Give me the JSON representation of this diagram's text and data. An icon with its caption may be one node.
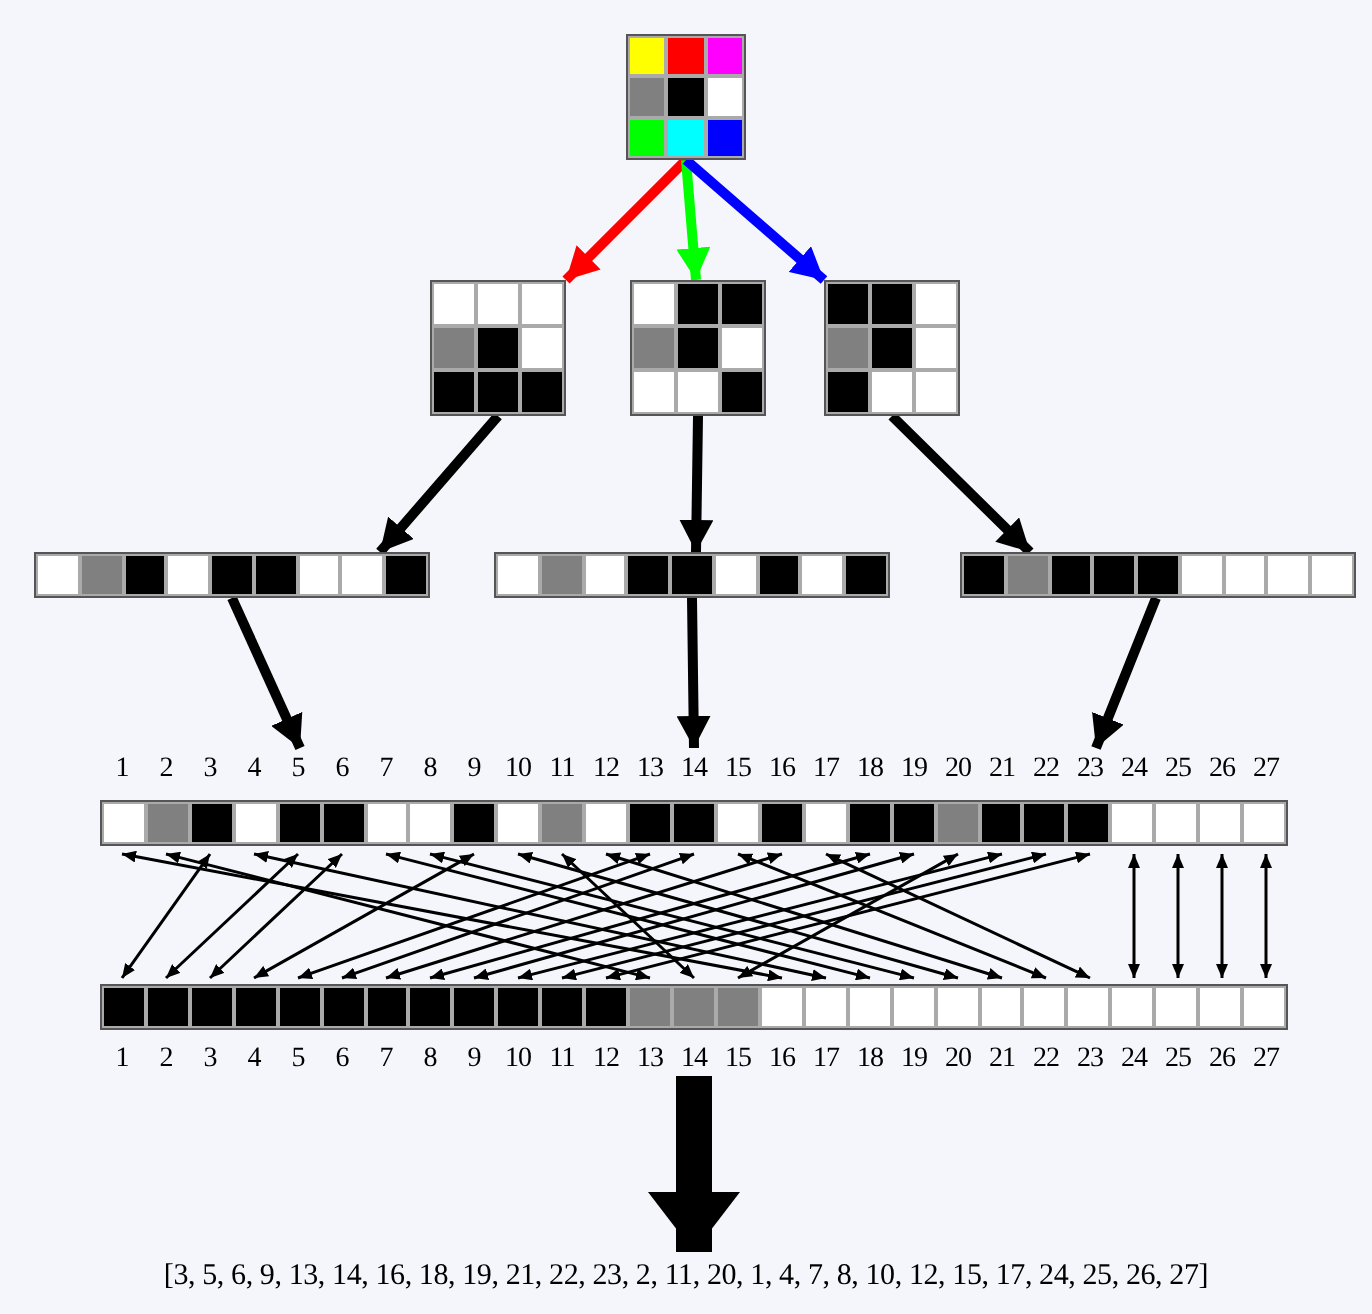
{
  "diagram": {
    "nodes": [
      {
        "text": [],
        "shape": "box"
      },
      {
        "text": [],
        "shape": "box"
      },
      {
        "text": [],
        "shape": "box"
      },
      {
        "text": [],
        "shape": "box"
      },
      {
        "text": [],
        "shape": "bar"
      },
      {
        "text": [],
        "shape": "bar"
      },
      {
        "text": [],
        "shape": "bar"
      },
      {
        "text": [],
        "shape": "bar",
        "beside": [
          "1",
          "2",
          "3",
          "4",
          "5",
          "6",
          "7",
          "8",
          "9",
          "10",
          "11",
          "12",
          "13",
          "14",
          "15",
          "16",
          "17",
          "18",
          "19",
          "20",
          "21",
          "22",
          "23",
          "24",
          "25",
          "26",
          "27"
        ]
      },
      {
        "text": [],
        "shape": "bar",
        "beside": [
          "1",
          "2",
          "3",
          "4",
          "5",
          "6",
          "7",
          "8",
          "9",
          "10",
          "11",
          "12",
          "13",
          "14",
          "15",
          "16",
          "17",
          "18",
          "19",
          "20",
          "21",
          "22",
          "23",
          "24",
          "25",
          "26",
          "27"
        ]
      },
      {
        "text": [
          "[3, 5, 6, 9, 13, 14, 16, 18, 19, 21, 22, 23, 2, 11, 20, 1, 4, 7, 8, 10, 12, 15, 17, 24, 25, 26, 27]"
        ]
      }
    ],
    "edges": [
      {
        "from": 0,
        "to": 1,
        "arrow": "to",
        "style": "thick",
        "color": "#ff0000"
      },
      {
        "from": 0,
        "to": 2,
        "arrow": "to",
        "style": "thick",
        "color": "#00ff00"
      },
      {
        "from": 0,
        "to": 3,
        "arrow": "to",
        "style": "thick",
        "color": "#0000ff"
      },
      {
        "from": 1,
        "to": 4,
        "arrow": "to",
        "style": "thick"
      },
      {
        "from": 2,
        "to": 5,
        "arrow": "to",
        "style": "thick"
      },
      {
        "from": 3,
        "to": 6,
        "arrow": "to",
        "style": "thick"
      },
      {
        "from": 4,
        "to": 7,
        "arrow": "to",
        "style": "thick"
      },
      {
        "from": 5,
        "to": 7,
        "arrow": "to",
        "style": "thick"
      },
      {
        "from": 6,
        "to": 7,
        "arrow": "to",
        "style": "thick"
      },
      {
        "from": 7,
        "to": 8,
        "arrow": "both"
      },
      {
        "from": 7,
        "to": 8,
        "arrow": "both"
      },
      {
        "from": 7,
        "to": 8,
        "arrow": "both"
      },
      {
        "from": 7,
        "to": 8,
        "arrow": "both"
      },
      {
        "from": 7,
        "to": 8,
        "arrow": "both"
      },
      {
        "from": 7,
        "to": 8,
        "arrow": "both"
      },
      {
        "from": 7,
        "to": 8,
        "arrow": "both"
      },
      {
        "from": 7,
        "to": 8,
        "arrow": "both"
      },
      {
        "from": 7,
        "to": 8,
        "arrow": "both"
      },
      {
        "from": 7,
        "to": 8,
        "arrow": "both"
      },
      {
        "from": 7,
        "to": 8,
        "arrow": "both"
      },
      {
        "from": 7,
        "to": 8,
        "arrow": "both"
      },
      {
        "from": 7,
        "to": 8,
        "arrow": "both"
      },
      {
        "from": 7,
        "to": 8,
        "arrow": "both"
      },
      {
        "from": 7,
        "to": 8,
        "arrow": "both"
      },
      {
        "from": 7,
        "to": 8,
        "arrow": "both"
      },
      {
        "from": 7,
        "to": 8,
        "arrow": "both"
      },
      {
        "from": 7,
        "to": 8,
        "arrow": "both"
      },
      {
        "from": 7,
        "to": 8,
        "arrow": "both"
      },
      {
        "from": 7,
        "to": 8,
        "arrow": "both"
      },
      {
        "from": 7,
        "to": 8,
        "arrow": "both"
      },
      {
        "from": 7,
        "to": 8,
        "arrow": "both"
      },
      {
        "from": 7,
        "to": 8,
        "arrow": "both"
      },
      {
        "from": 7,
        "to": 8,
        "arrow": "both"
      },
      {
        "from": 7,
        "to": 8,
        "arrow": "both"
      },
      {
        "from": 7,
        "to": 8,
        "arrow": "both"
      },
      {
        "from": 7,
        "to": 8,
        "arrow": "both"
      },
      {
        "from": 8,
        "to": 9,
        "arrow": "to",
        "style": "thick"
      }
    ]
  }
}
